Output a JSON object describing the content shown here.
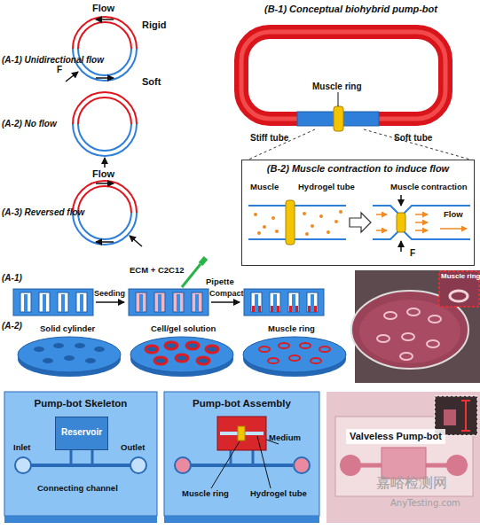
{
  "diagram": {
    "nodes": [
      {
        "text": [
          "(B-2) Muscle contraction to induce flow"
        ]
      },
      {
        "text": [
          "Pump-bot Skeleton"
        ]
      },
      {
        "text": [
          "Reservoir"
        ],
        "in": 1
      },
      {
        "text": [
          "Pump-bot Assembly"
        ]
      },
      {
        "text": [
          "Valveless Pump-bot"
        ]
      }
    ],
    "labels": [
      "Flow",
      "Rigid",
      "(A-1) Unidirectional flow",
      "F",
      "Soft",
      "(A-2) No flow",
      "(A-3) Reversed flow",
      "Flow",
      "(B-1) Conceptual biohybrid pump-bot",
      "Muscle ring",
      "Stiff tube",
      "Soft tube",
      "Muscle",
      "Hydrogel tube",
      "Muscle contraction",
      "F",
      "Flow",
      "(A-1)",
      "ECM + C2C12",
      "Pipette",
      "Seeding",
      "Compact",
      "(A-2)",
      "Solid cylinder",
      "Cell/gel solution",
      "Muscle ring",
      "Muscle ring",
      "Inlet",
      "Outlet",
      "Connecting channel",
      "Medium",
      "Muscle ring",
      "Hydrogel tube",
      "嘉峪检测网",
      "AnyTesting.com"
    ]
  }
}
